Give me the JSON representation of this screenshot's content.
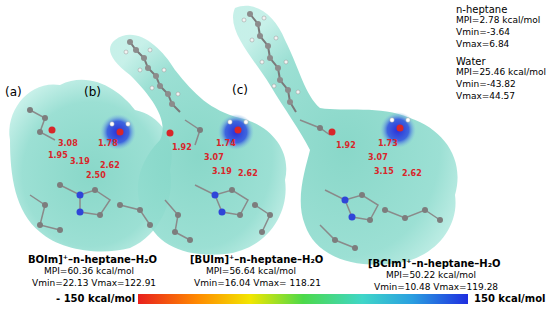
{
  "diagram": {
    "labels": [
      "(a)",
      "(b)",
      "(c)",
      "3.08",
      "1.78",
      "1.95",
      "3.19",
      "2.62",
      "2.50",
      "1.92",
      "1.74",
      "3.07",
      "3.19",
      "2.62",
      "1.92",
      "1.73",
      "3.07",
      "3.15",
      "2.62",
      "n-heptane",
      "MPI=2.78 kcal/mol",
      "Vmin=-3.64",
      "Vmax=6.84",
      "Water",
      "MPI=25.46 kcal/mol",
      "Vmin=-43.82",
      "Vmax=44.57",
      "BOIm]⁺–n-heptane–H₂O",
      "MPI=60.36 kcal/mol",
      "Vmin=22.13 Vmax=122.91",
      "[BUIm]⁺–n-heptane–H₂O",
      "MPI=56.64 kcal/mol",
      "Vmin=16.04 Vmax= 118.21",
      "[BCIm]⁺–n-heptane–H₂O",
      "MPI=50.22 kcal/mol",
      "Vmin=10.48 Vmax=119.28",
      "- 150 kcal/mol",
      "150 kcal/mol"
    ]
  }
}
